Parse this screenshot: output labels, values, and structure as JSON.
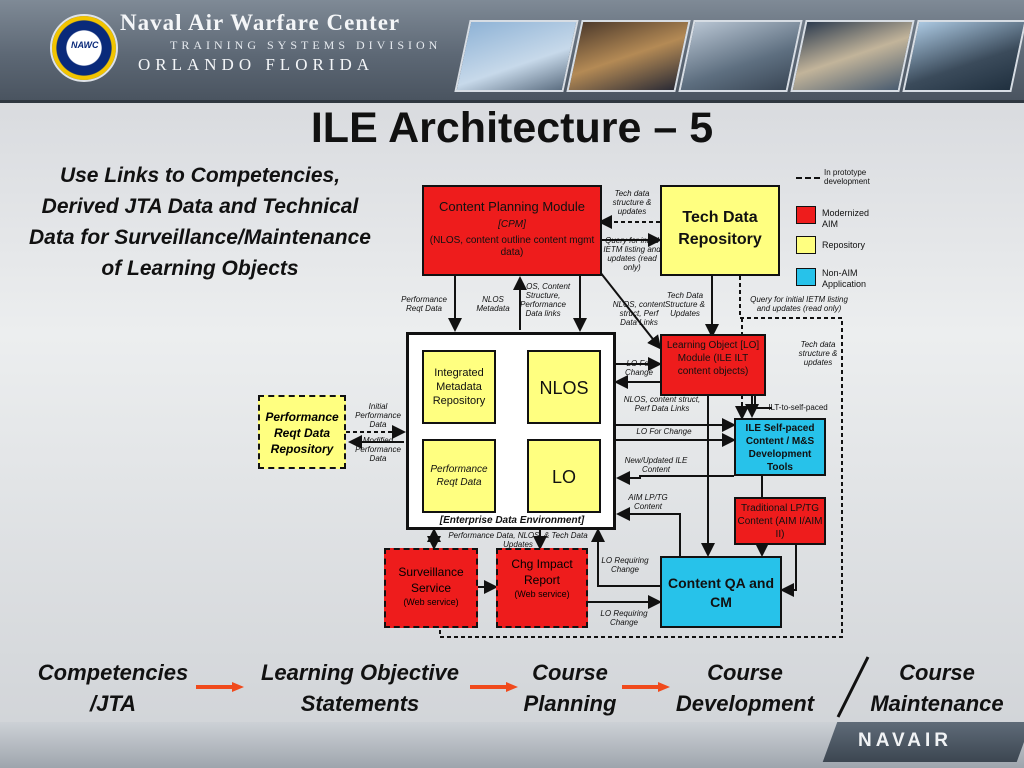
{
  "header": {
    "title_line1": "Naval Air Warfare Center",
    "title_line2": "TRAINING SYSTEMS DIVISION",
    "title_line3": "ORLANDO FLORIDA",
    "logo_text": "NAWC"
  },
  "slide_title": "ILE Architecture – 5",
  "lead_text": "Use Links to Competencies, Derived JTA Data and Technical Data for Surveillance/Maintenance of Learning Objects",
  "boxes": {
    "cpm_title": "Content Planning Module",
    "cpm_tag": "[CPM]",
    "cpm_sub": "(NLOS, content outline content mgmt data)",
    "tech_repo": "Tech Data Repository",
    "imr": "Integrated Metadata Repository",
    "nlos": "NLOS",
    "prd_inner": "Performance Reqt Data",
    "lo": "LO",
    "ede": "[Enterprise Data Environment]",
    "perf_repo": "Performance Reqt Data Repository",
    "lo_module": "Learning Object [LO] Module (ILE ILT content objects)",
    "self_paced": "ILE Self-paced Content / M&S Development Tools",
    "traditional": "Traditional LP/TG Content (AIM I/AIM II)",
    "surveillance": "Surveillance Service",
    "surveillance_sub": "(Web service)",
    "chg_impact": "Chg Impact Report",
    "chg_sub": "(Web service)",
    "content_qa": "Content QA and CM"
  },
  "labels": {
    "tech_data_struct_updates": "Tech data structure & updates",
    "query_initial": "Query for initial IETM listing and updates (read only)",
    "perf_reqt_data": "Performance Reqt Data",
    "nlos_metadata": "NLOS Metadata",
    "nlos_content_struct": "NLOS, Content Structure, Performance Data links",
    "nlos_content_struct_perf": "NLOS, content struct, Perf Data Links",
    "tech_data_structure_updates": "Tech Data Structure & Updates",
    "query_initial_2": "Query for initial IETM listing and updates (read only)",
    "tech_data_struct_right": "Tech data structure & updates",
    "lo_for_change_1": "LO For Change",
    "nlos_content_struct_perf_2": "NLOS, content struct, Perf Data Links",
    "lo_for_change_2": "LO For Change",
    "ilt_to_self_paced": "ILT-to-self-paced",
    "initial_perf_data": "Initial Performance Data",
    "modified_perf_data": "Modified Performance Data",
    "new_updated_ile": "New/Updated ILE Content",
    "aim_lp_tg": "AIM LP/TG Content",
    "perf_nlos_tech_updates": "Performance Data, NLOS, & Tech Data Updates",
    "lo_requiring_change_1": "LO Requiring Change",
    "lo_requiring_change_2": "LO Requiring Change"
  },
  "legend": {
    "prototype": "In prototype development",
    "modernized": "Modernized AIM",
    "repository": "Repository",
    "non_aim": "Non-AIM Application",
    "colors": {
      "modernized": "#ee1c1c",
      "repository": "#ffff80",
      "non_aim": "#27c2ea"
    }
  },
  "process": {
    "step1": "Competencies /JTA",
    "step2": "Learning Objective Statements",
    "step3": "Course Planning",
    "step4": "Course Development",
    "step5": "Course Maintenance",
    "arrow_color": "#f04a1c"
  },
  "footer": {
    "logo": "NAVAIR"
  }
}
